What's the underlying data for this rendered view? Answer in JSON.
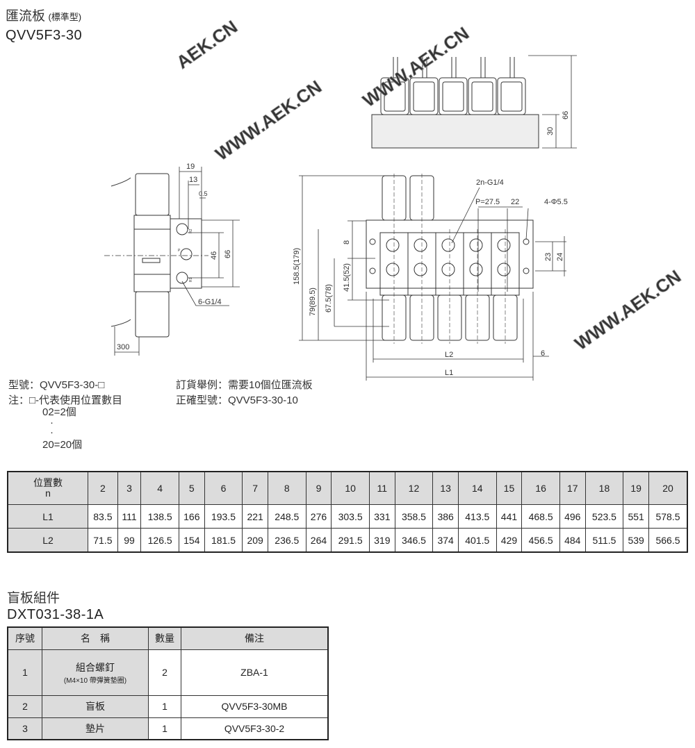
{
  "header": {
    "title": "匯流板",
    "subtitle": "(標準型)",
    "model": "QVV5F3-30"
  },
  "watermarks": [
    "AEK.CN",
    "WWW.AEK.CN"
  ],
  "drawing": {
    "top_view": {
      "dim_30": "30",
      "dim_66": "66"
    },
    "side_view": {
      "dim_19": "19",
      "dim_13": "13",
      "dim_0_5": "0.5",
      "dim_46": "46",
      "dim_66": "66",
      "port_label": "6-G1/4",
      "dim_300": "300",
      "port_r2": "R2",
      "port_p": "P",
      "port_r1": "R1"
    },
    "front_view": {
      "port_label": "2n-G1/4",
      "pitch": "P=27.5",
      "dim_22": "22",
      "mount_holes": "4-Φ5.5",
      "dim_158": "158.5(179)",
      "dim_79": "79(89.5)",
      "dim_67": "67.5(78)",
      "dim_41": "41.5(52)",
      "dim_8": "8",
      "dim_23": "23",
      "dim_24": "24",
      "dim_L2": "L2",
      "dim_L1": "L1",
      "dim_6": "6"
    }
  },
  "notes": {
    "model_line": "型號：QVV5F3-30-□",
    "note_line": "注：□-代表使用位置數目",
    "range_start": "02=2個",
    "dot": "·",
    "range_end": "20=20個",
    "order_example": "訂貨舉例：需要10個位匯流板",
    "correct_model": "正確型號：QVV5F3-30-10"
  },
  "dimension_table": {
    "header_label": "位置數",
    "header_sub": "n",
    "n": [
      "2",
      "3",
      "4",
      "5",
      "6",
      "7",
      "8",
      "9",
      "10",
      "11",
      "12",
      "13",
      "14",
      "15",
      "16",
      "17",
      "18",
      "19",
      "20"
    ],
    "rows": [
      {
        "label": "L1",
        "values": [
          "83.5",
          "111",
          "138.5",
          "166",
          "193.5",
          "221",
          "248.5",
          "276",
          "303.5",
          "331",
          "358.5",
          "386",
          "413.5",
          "441",
          "468.5",
          "496",
          "523.5",
          "551",
          "578.5"
        ]
      },
      {
        "label": "L2",
        "values": [
          "71.5",
          "99",
          "126.5",
          "154",
          "181.5",
          "209",
          "236.5",
          "264",
          "291.5",
          "319",
          "346.5",
          "374",
          "401.5",
          "429",
          "456.5",
          "484",
          "511.5",
          "539",
          "566.5"
        ]
      }
    ]
  },
  "blank_plate": {
    "title": "盲板組件",
    "model": "DXT031-38-1A",
    "columns": [
      "序號",
      "名　稱",
      "數量",
      "備注"
    ],
    "rows": [
      {
        "no": "1",
        "name": "組合螺釘",
        "name_sub": "(M4×10 帶彈簧墊圈)",
        "qty": "2",
        "remark": "ZBA-1"
      },
      {
        "no": "2",
        "name": "盲板",
        "qty": "1",
        "remark": "QVV5F3-30MB"
      },
      {
        "no": "3",
        "name": "墊片",
        "qty": "1",
        "remark": "QVV5F3-30-2"
      }
    ]
  }
}
